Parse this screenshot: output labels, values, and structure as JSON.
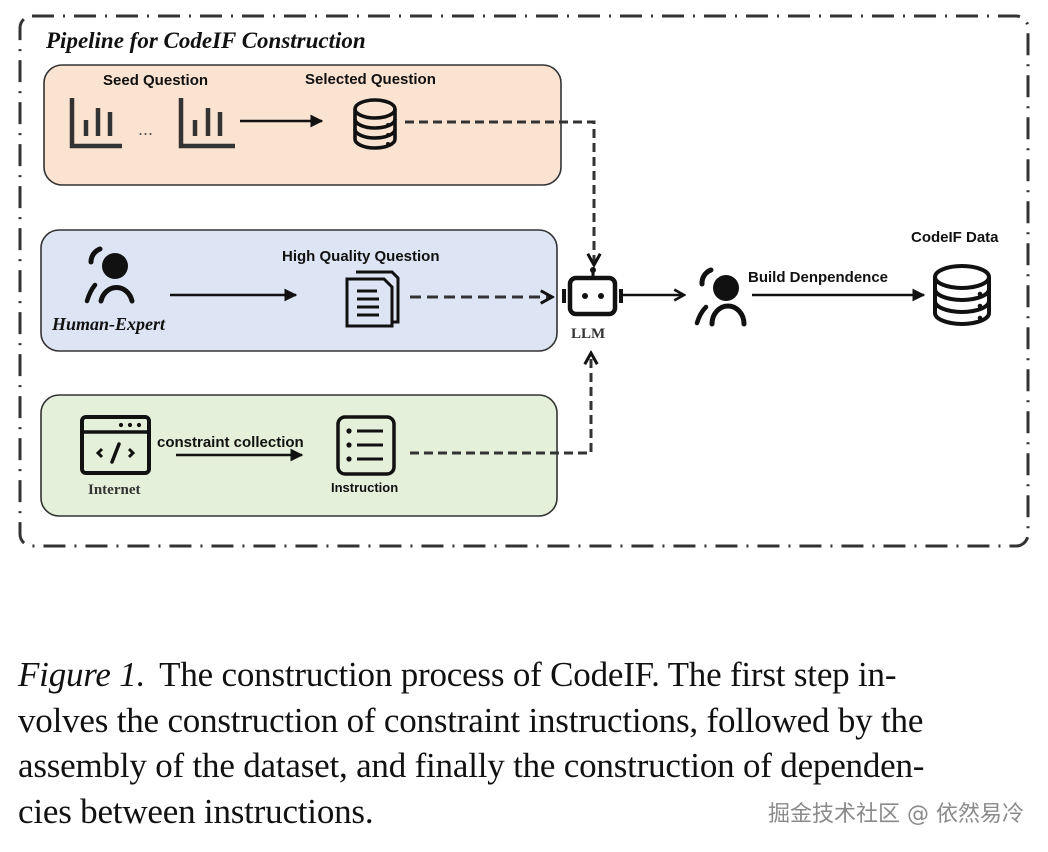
{
  "figure": {
    "title": "Pipeline for CodeIF Construction",
    "panels": {
      "seed": {
        "seed_label": "Seed Question",
        "ellipsis": "...",
        "selected_label": "Selected Question",
        "fill": "#fbe3d2"
      },
      "expert": {
        "human_label": "Human-Expert",
        "hq_label": "High Quality Question",
        "fill": "#dde5f4"
      },
      "constraint": {
        "internet_label": "Internet",
        "arrow_label": "constraint collection",
        "instruction_label": "Instruction",
        "fill": "#e5f0da"
      }
    },
    "llm_label": "LLM",
    "build_label": "Build Denpendence",
    "output_label": "CodeIF Data",
    "icons": [
      "bar-chart-icon",
      "database-icon",
      "person-icon",
      "documents-icon",
      "browser-code-icon",
      "list-icon",
      "robot-icon"
    ]
  },
  "caption": {
    "figure_label": "Figure 1.",
    "lines": [
      "The construction process of CodeIF. The first step in-",
      "volves the construction of constraint instructions, followed by the",
      "assembly of the dataset, and finally the construction of dependen-",
      "cies between instructions."
    ]
  },
  "watermark": "掘金技术社区 @ 依然易冷"
}
